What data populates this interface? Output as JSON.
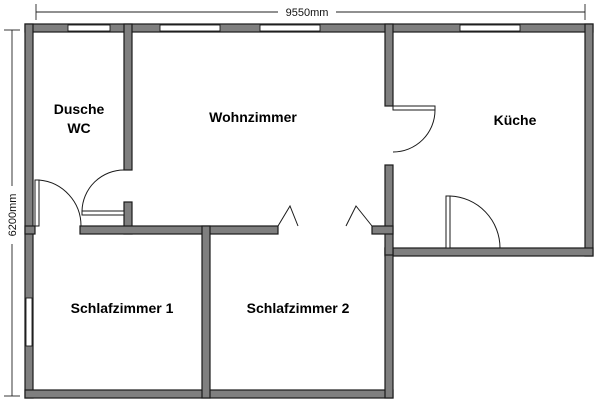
{
  "dimensions": {
    "width_label": "9550mm",
    "height_label": "6200mm"
  },
  "rooms": {
    "dusche_line1": "Dusche",
    "dusche_line2": "WC",
    "wohnzimmer": "Wohnzimmer",
    "kueche": "Küche",
    "schlafzimmer1": "Schlafzimmer 1",
    "schlafzimmer2": "Schlafzimmer 2"
  },
  "colors": {
    "wall_fill": "#7f7f7f",
    "line": "#1a1a1a",
    "background": "#ffffff"
  }
}
